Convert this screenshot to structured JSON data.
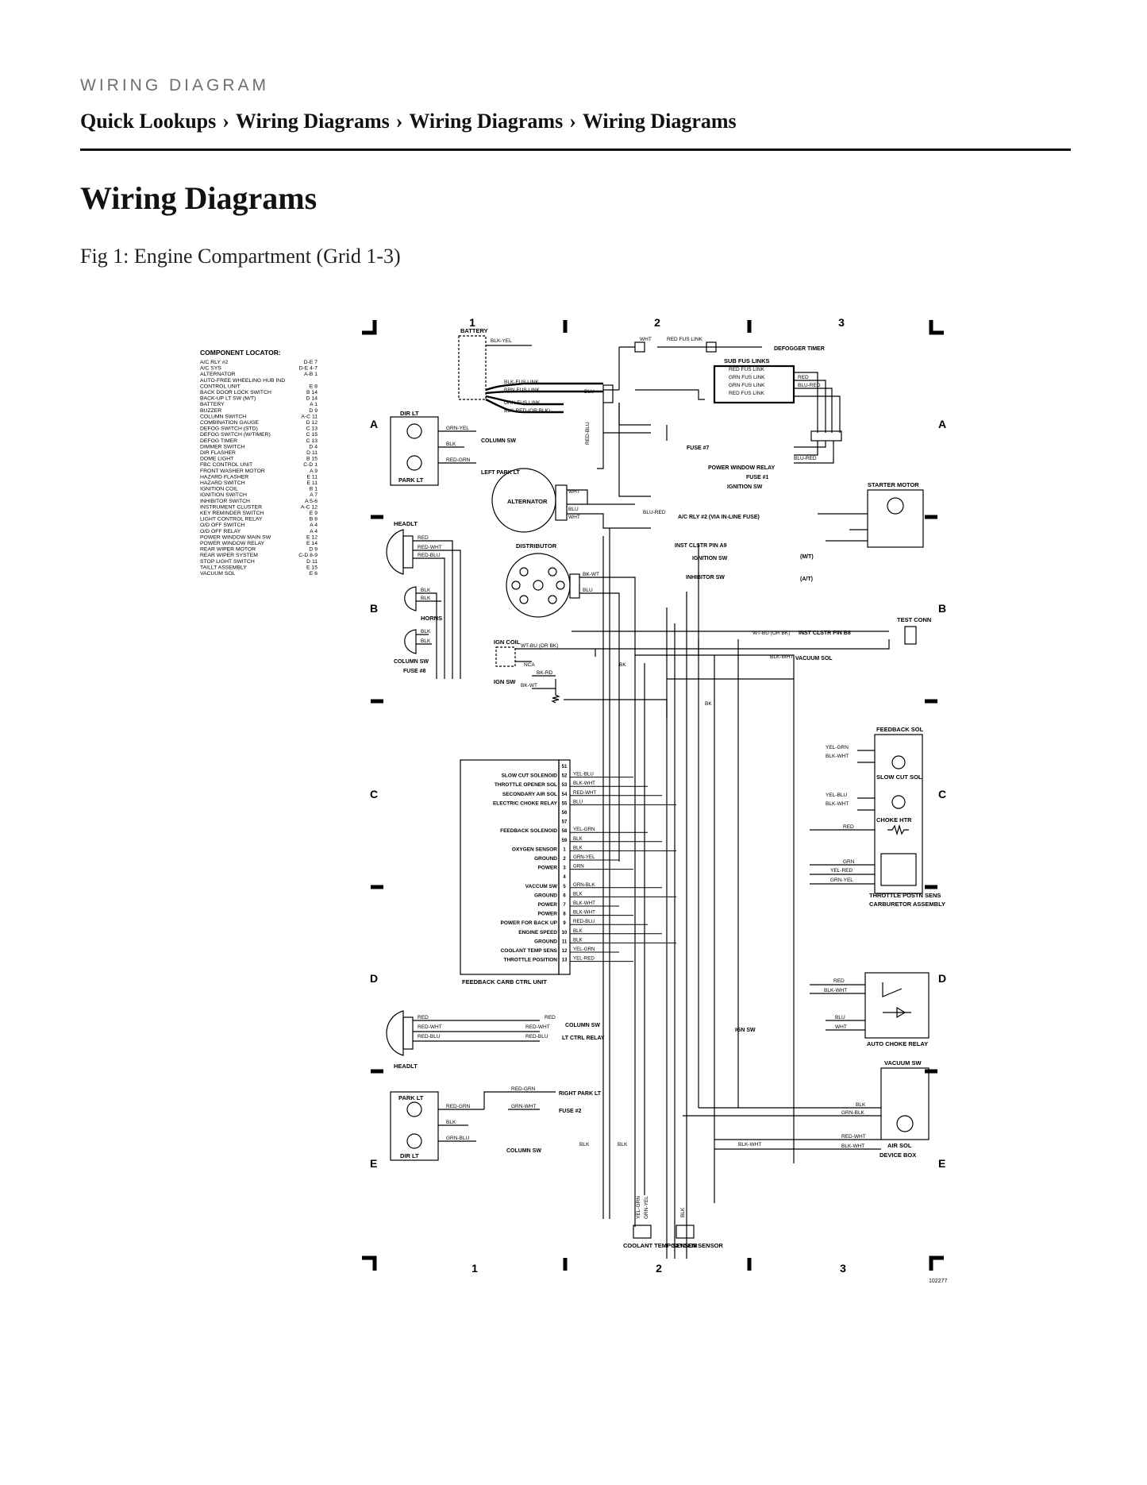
{
  "header": {
    "kicker": "WIRING DIAGRAM",
    "breadcrumb": [
      "Quick Lookups",
      "Wiring Diagrams",
      "Wiring Diagrams",
      "Wiring Diagrams"
    ],
    "separator": "›"
  },
  "page_title": "Wiring Diagrams",
  "figure": {
    "caption": "Fig 1: Engine Compartment (Grid 1-3)",
    "columns": [
      "1",
      "2",
      "3"
    ],
    "rows": [
      "A",
      "B",
      "C",
      "D",
      "E"
    ],
    "figure_id": "102277",
    "locator": {
      "title": "COMPONENT LOCATOR:",
      "entries": [
        {
          "name": "A/C RLY #2",
          "loc": "D-E 7"
        },
        {
          "name": "A/C SYS",
          "loc": "D-E 4-7"
        },
        {
          "name": "ALTERNATOR",
          "loc": "A-B 1"
        },
        {
          "name": "AUTO-FREE WHEELING HUB IND",
          "loc": ""
        },
        {
          "name": "  CONTROL UNIT",
          "loc": "E 8"
        },
        {
          "name": "BACK DOOR LOCK SWITCH",
          "loc": "B 14"
        },
        {
          "name": "BACK-UP LT SW (M/T)",
          "loc": "D 14"
        },
        {
          "name": "BATTERY",
          "loc": "A 1"
        },
        {
          "name": "BUZZER",
          "loc": "D 9"
        },
        {
          "name": "COLUMN SWITCH",
          "loc": "A-C 11"
        },
        {
          "name": "COMBINATION GAUGE",
          "loc": "D 12"
        },
        {
          "name": "DEFOG SWITCH (STD)",
          "loc": "C 13"
        },
        {
          "name": "DEFOG SWITCH (W/TIMER)",
          "loc": "C 15"
        },
        {
          "name": "DEFOG TIMER",
          "loc": "C 13"
        },
        {
          "name": "DIMMER SWITCH",
          "loc": "D 4"
        },
        {
          "name": "DIR FLASHER",
          "loc": "D 11"
        },
        {
          "name": "DOME LIGHT",
          "loc": "B 15"
        },
        {
          "name": "FBC CONTROL UNIT",
          "loc": "C-D 1"
        },
        {
          "name": "FRONT WASHER MOTOR",
          "loc": "A 9"
        },
        {
          "name": "HAZARD FLASHER",
          "loc": "E 11"
        },
        {
          "name": "HAZARD SWITCH",
          "loc": "E 11"
        },
        {
          "name": "IGNITION COIL",
          "loc": "B 1"
        },
        {
          "name": "IGNITION SWITCH",
          "loc": "A 7"
        },
        {
          "name": "INHIBITOR SWITCH",
          "loc": "A 5-6"
        },
        {
          "name": "INSTRUMENT CLUSTER",
          "loc": "A-C 12"
        },
        {
          "name": "KEY REMINDER SWITCH",
          "loc": "E 9"
        },
        {
          "name": "LIGHT CONTROL RELAY",
          "loc": "B 8"
        },
        {
          "name": "O/D OFF SWITCH",
          "loc": "A 4"
        },
        {
          "name": "O/D OFF RELAY",
          "loc": "A 4"
        },
        {
          "name": "POWER WINDOW MAIN SW",
          "loc": "E 12"
        },
        {
          "name": "POWER WINDOW RELAY",
          "loc": "E 14"
        },
        {
          "name": "REAR WIPER MOTOR",
          "loc": "D 9"
        },
        {
          "name": "REAR WIPER SYSTEM",
          "loc": "C-D 8-9"
        },
        {
          "name": "STOP LIGHT SWITCH",
          "loc": "D 11"
        },
        {
          "name": "TAILLT ASSEMBLY",
          "loc": "E 15"
        },
        {
          "name": "VACUUM SOL",
          "loc": "E 6"
        }
      ]
    },
    "components": {
      "battery": "BATTERY",
      "alternator": "ALTERNATOR",
      "distributor": "DISTRIBUTOR",
      "ign_coil": "IGN COIL",
      "ign_sw": "IGN SW",
      "headlt_top": "HEADLT",
      "headlt_bottom": "HEADLT",
      "horns": "HORNS",
      "dir_lt_top": "DIR LT",
      "park_lt_top": "PARK LT",
      "park_lt_bottom": "PARK LT",
      "dir_lt_bottom": "DIR LT",
      "starter_motor": "STARTER MOTOR",
      "test_conn": "TEST CONN",
      "feedback_sol": "FEEDBACK SOL",
      "slow_cut_sol": "SLOW CUT SOL",
      "choke_htr": "CHOKE HTR",
      "throttle_posn": "THROTTLE POSTN SENS",
      "carburetor": "CARBURETOR ASSEMBLY",
      "auto_choke": "AUTO CHOKE RELAY",
      "vacuum_sw": "VACUUM SW",
      "air_sol": "AIR SOL",
      "device_box": "DEVICE BOX",
      "coolant_sensor": "COOLANT TEMP SENSOR",
      "oxygen_sensor": "OXYGEN SENSOR",
      "ecu": "FEEDBACK CARB CTRL UNIT",
      "sub_fus_links": "SUB FUS LINKS"
    },
    "callouts": {
      "defogger_timer": "DEFOGGER TIMER",
      "fuse7": "FUSE #7",
      "power_window_relay": "POWER WINDOW RELAY",
      "fuse1": "FUSE #1",
      "ignition_sw": "IGNITION SW",
      "ac_rly": "A/C RLY #2 (VIA IN-LINE FUSE)",
      "inst_clstr_a9": "INST CLSTR PIN A9",
      "ignition_sw2": "IGNITION SW",
      "inhibitor_sw": "INHIBITOR SW",
      "mt": "(M/T)",
      "at": "(A/T)",
      "column_sw_top": "COLUMN SW",
      "left_park_lt": "LEFT PARK LT",
      "column_sw_fuse": "COLUMN SW",
      "fuse8": "FUSE #8",
      "inst_clstr_b8": "INST CLSTR PIN B8",
      "vacuum_sol": "VACUUM SOL",
      "column_sw_bottom": "COLUMN SW",
      "lt_ctrl_relay": "LT CTRL RELAY",
      "right_park_lt": "RIGHT PARK LT",
      "fuse2": "FUSE #2",
      "column_sw_e": "COLUMN SW",
      "ign_sw_d": "IGN SW"
    },
    "wires": {
      "blk_yel": "BLK-YEL",
      "wht": "WHT",
      "red_fus_link": "RED FUS LINK",
      "blk_fus_link": "BLK-FUS LINK",
      "brn_fus_link": "BRN FUS LINK",
      "grn_fus_link": "GRN FUS LINK",
      "blk_red_blk": "BLK-RED (OR BLK)",
      "blu": "BLU",
      "red_blu": "RED-BLU",
      "red": "RED",
      "blu_red": "BLU-RED",
      "grn_yel": "GRN-YEL",
      "blk": "BLK",
      "red_grn": "RED-GRN",
      "red_wht": "RED-WHT",
      "bk_wt": "BK-WT",
      "wt_bu": "WT-BU (OR BK)",
      "nca": "NCA",
      "bk_rd": "BK-RD",
      "bk": "BK",
      "blk_wht": "BLK-WHT",
      "yel_grn": "YEL-GRN",
      "yel_blu": "YEL-BLU",
      "grn": "GRN",
      "yel_red": "YEL-RED",
      "grn_blk": "GRN-BLK",
      "grn_wht": "GRN-WHT",
      "grn_blu": "GRN-BLU",
      "grn_yel2": "GRN-YEL",
      "yel_grn2": "YEL-GRN",
      "sub_red": "RED FUS LINK",
      "sub_grn": "GRN FUS LINK",
      "sub_grn2": "GRN FUS LINK",
      "sub_red2": "RED FUS LINK"
    },
    "ecu_pins": [
      {
        "pin": "51",
        "label": "",
        "wire": ""
      },
      {
        "pin": "52",
        "label": "SLOW CUT SOLENOID",
        "wire": "YEL-BLU"
      },
      {
        "pin": "53",
        "label": "THROTTLE OPENER SOL",
        "wire": "BLK-WHT"
      },
      {
        "pin": "54",
        "label": "SECONDARY AIR SOL",
        "wire": "RED-WHT"
      },
      {
        "pin": "55",
        "label": "ELECTRIC CHOKE RELAY",
        "wire": "BLU"
      },
      {
        "pin": "56",
        "label": "",
        "wire": ""
      },
      {
        "pin": "57",
        "label": "",
        "wire": ""
      },
      {
        "pin": "58",
        "label": "FEEDBACK SOLENOID",
        "wire": "YEL-GRN"
      },
      {
        "pin": "59",
        "label": "",
        "wire": "BLK"
      },
      {
        "pin": "1",
        "label": "OXYGEN SENSOR",
        "wire": "BLK"
      },
      {
        "pin": "2",
        "label": "GROUND",
        "wire": "GRN-YEL"
      },
      {
        "pin": "3",
        "label": "POWER",
        "wire": "GRN"
      },
      {
        "pin": "4",
        "label": "",
        "wire": ""
      },
      {
        "pin": "5",
        "label": "VACCUM SW",
        "wire": "GRN-BLK"
      },
      {
        "pin": "6",
        "label": "GROUND",
        "wire": "BLK"
      },
      {
        "pin": "7",
        "label": "POWER",
        "wire": "BLK-WHT"
      },
      {
        "pin": "8",
        "label": "POWER",
        "wire": "BLK-WHT"
      },
      {
        "pin": "9",
        "label": "POWER FOR BACK UP",
        "wire": "RED-BLU"
      },
      {
        "pin": "10",
        "label": "ENGINE SPEED",
        "wire": "BLK"
      },
      {
        "pin": "11",
        "label": "GROUND",
        "wire": "BLK"
      },
      {
        "pin": "12",
        "label": "COOLANT TEMP SENS",
        "wire": "YEL-GRN"
      },
      {
        "pin": "13",
        "label": "THROTTLE POSITION",
        "wire": "YEL-RED"
      }
    ]
  }
}
